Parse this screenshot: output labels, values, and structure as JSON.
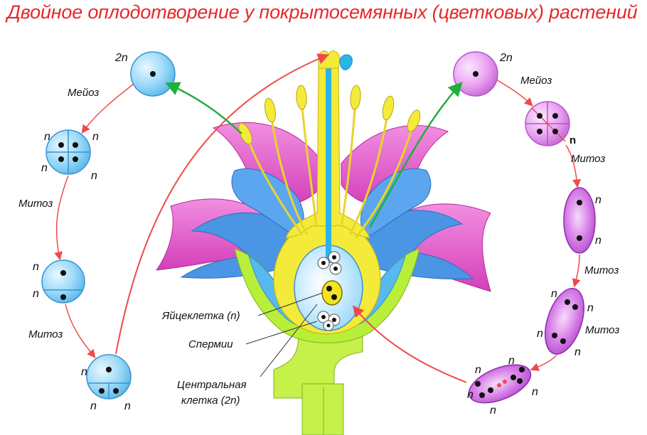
{
  "title": "Двойное оплодотворение у покрытосемянных (цветковых) растений",
  "labels": {
    "left_2n": "2n",
    "left_meiosis": "Мейоз",
    "left_mitosis_1": "Митоз",
    "left_mitosis_2": "Митоз",
    "right_2n": "2n",
    "right_meiosis": "Мейоз",
    "right_mitosis_1": "Митоз",
    "right_mitosis_2": "Митоз",
    "right_mitosis_3": "Митоз",
    "egg_cell": "Яйцеклетка (n)",
    "sperm": "Спермии",
    "central_cell_line1": "Центральная",
    "central_cell_line2": "клетка (2n)",
    "n": "n"
  },
  "colors": {
    "title": "#e8272a",
    "pollen_cell": "#8fd3f5",
    "ovule_cell": "#e9a8f0",
    "arrow_red": "#ee4a4a",
    "arrow_green": "#1fb03a",
    "petal_pink": "#e455c8",
    "petal_blue": "#3d8fe0",
    "receptacle_green": "#b8ef3a",
    "ovary_yellow": "#f4ea3a",
    "stem_green": "#c6f04a"
  }
}
